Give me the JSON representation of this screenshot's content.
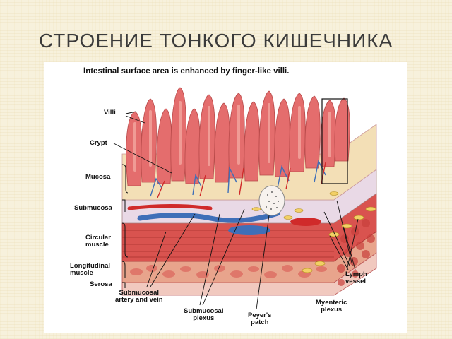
{
  "slide": {
    "title": "СТРОЕНИЕ  ТОНКОГО КИШЕЧНИКА"
  },
  "figure": {
    "caption": "Intestinal surface area is enhanced by finger-like villi.",
    "labels": {
      "villi": "Villi",
      "crypt": "Crypt",
      "mucosa": "Mucosa",
      "submucosa": "Submucosa",
      "circular_muscle_1": "Circular",
      "circular_muscle_2": "muscle",
      "longitudinal_muscle_1": "Longitudinal",
      "longitudinal_muscle_2": "muscle",
      "serosa": "Serosa",
      "submucosal_artery_vein_1": "Submucosal",
      "submucosal_artery_vein_2": "artery and vein",
      "submucosal_plexus_1": "Submucosal",
      "submucosal_plexus_2": "plexus",
      "peyers_patch_1": "Peyer's",
      "peyers_patch_2": "patch",
      "myenteric_plexus_1": "Myenteric",
      "myenteric_plexus_2": "plexus",
      "lymph_vessel_1": "Lymph",
      "lymph_vessel_2": "vessel"
    },
    "colors": {
      "villus": "#e46d6d",
      "villus_highlight": "#f4a7a0",
      "mucosa_base": "#f3dfb6",
      "submucosa": "#e9d9e6",
      "circular_muscle": "#d9534f",
      "longitudinal_muscle": "#e8a48c",
      "serosa": "#f1c9bf",
      "vein": "#3f6fb8",
      "artery": "#d02a2a",
      "nerve": "#f2d066"
    }
  }
}
